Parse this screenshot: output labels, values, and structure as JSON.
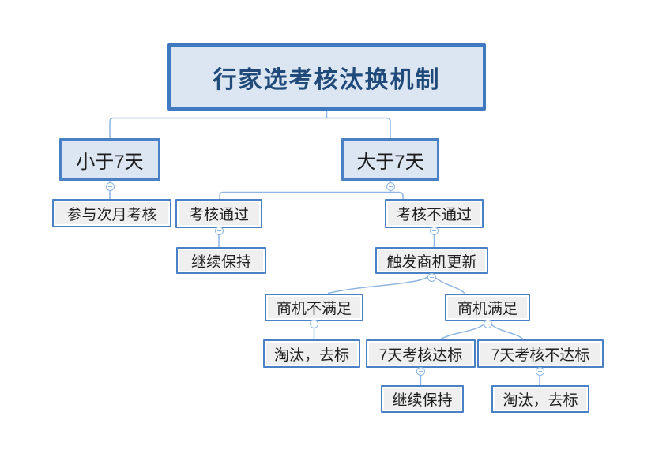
{
  "diagram_title": "行家选考核汰换机制",
  "nodes": {
    "root": {
      "label": "行家选考核汰换机制"
    },
    "lt7": {
      "label": "小于7天"
    },
    "gt7": {
      "label": "大于7天"
    },
    "next_month": {
      "label": "参与次月考核"
    },
    "pass": {
      "label": "考核通过"
    },
    "fail": {
      "label": "考核不通过"
    },
    "keep1": {
      "label": "继续保持"
    },
    "trigger": {
      "label": "触发商机更新"
    },
    "opp_not_met": {
      "label": "商机不满足"
    },
    "opp_met": {
      "label": "商机满足"
    },
    "out1": {
      "label": "淘汰，去标"
    },
    "d7_met": {
      "label": "7天考核达标"
    },
    "d7_not_met": {
      "label": "7天考核不达标"
    },
    "keep2": {
      "label": "继续保持"
    },
    "out2": {
      "label": "淘汰，去标"
    }
  },
  "edges": [
    {
      "from": "root",
      "to": "lt7"
    },
    {
      "from": "root",
      "to": "gt7"
    },
    {
      "from": "lt7",
      "to": "next_month"
    },
    {
      "from": "gt7",
      "to": "pass"
    },
    {
      "from": "gt7",
      "to": "fail"
    },
    {
      "from": "pass",
      "to": "keep1"
    },
    {
      "from": "fail",
      "to": "trigger"
    },
    {
      "from": "trigger",
      "to": "opp_not_met"
    },
    {
      "from": "trigger",
      "to": "opp_met"
    },
    {
      "from": "opp_not_met",
      "to": "out1"
    },
    {
      "from": "opp_met",
      "to": "d7_met"
    },
    {
      "from": "opp_met",
      "to": "d7_not_met"
    },
    {
      "from": "d7_met",
      "to": "keep2"
    },
    {
      "from": "d7_not_met",
      "to": "out2"
    }
  ],
  "icons": {
    "collapse": "−"
  },
  "colors": {
    "node_border": "#4a80c4",
    "root_border": "#3f79c2",
    "fill_blue": "#dce6f3",
    "fill_gray": "#efefef",
    "connector": "#8fb6e2",
    "root_text": "#1f4a7a",
    "node_text": "#1f1f1f",
    "background": "#ffffff"
  }
}
